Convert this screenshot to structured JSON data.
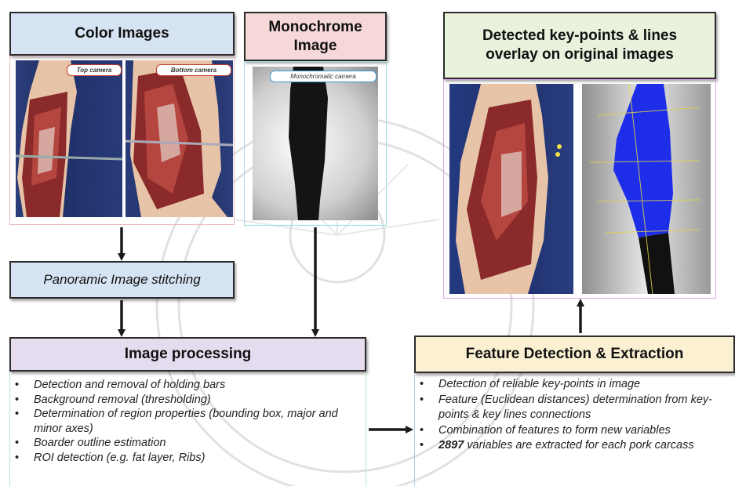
{
  "boxes": {
    "color_images": "Color Images",
    "monochrome_image": "Monochrome Image",
    "detected_overlay": "Detected key-points & lines overlay on original images",
    "panoramic_stitching": "Panoramic Image stitching",
    "image_processing": "Image processing",
    "feature_detection": "Feature Detection & Extraction"
  },
  "camera_labels": {
    "top": "Top camera",
    "bottom": "Bottom camera",
    "mono": "Monochromatic camera"
  },
  "image_processing_steps": [
    "Detection and removal of holding bars",
    "Background removal (thresholding)",
    "Determination of region properties (bounding box, major and minor axes)",
    "Boarder outline estimation",
    "ROI detection (e.g. fat layer, Ribs)"
  ],
  "feature_steps": {
    "item1": "Detection of reliable key-points in image",
    "item2": "Feature (Euclidean distances) determination from key-points & key lines connections",
    "item3": "Combination of features to form new variables",
    "item4_count": "2897",
    "item4_rest": " variables are extracted for each pork carcass"
  },
  "colors": {
    "color_box": "#d6e3f2",
    "mono_box": "#f6d8d8",
    "overlay_box": "#e8f2dc",
    "processing_box": "#e5dcef",
    "feature_box": "#fbf1d2",
    "overlay_blue": "#1e2ee8"
  }
}
